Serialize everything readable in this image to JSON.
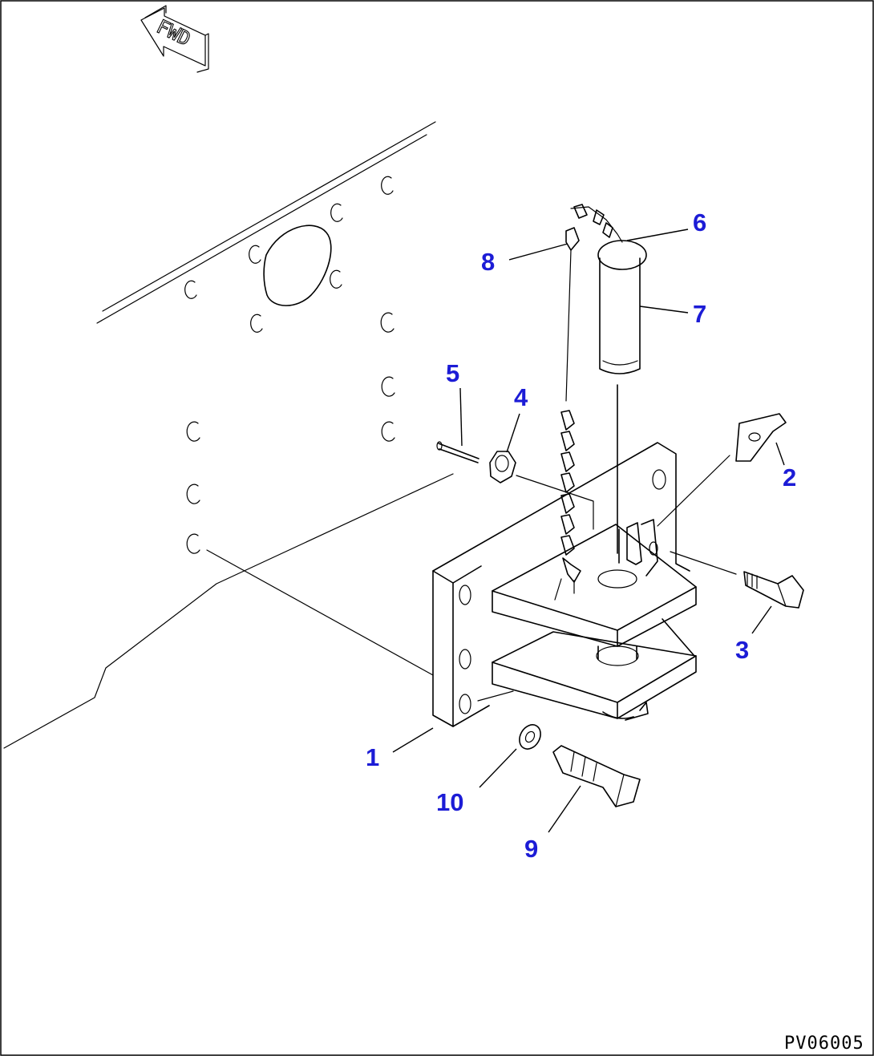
{
  "orientation_marker": {
    "text": "FWD",
    "icon": "forward-arrow-icon"
  },
  "drawing_code": "PV06005",
  "callouts": [
    {
      "number": "1",
      "part": "hitch-bracket"
    },
    {
      "number": "2",
      "part": "clip"
    },
    {
      "number": "3",
      "part": "bolt"
    },
    {
      "number": "4",
      "part": "nut"
    },
    {
      "number": "5",
      "part": "cotter-pin"
    },
    {
      "number": "6",
      "part": "pin-head"
    },
    {
      "number": "7",
      "part": "pin"
    },
    {
      "number": "8",
      "part": "chain"
    },
    {
      "number": "9",
      "part": "mounting-bolt"
    },
    {
      "number": "10",
      "part": "washer"
    }
  ],
  "colors": {
    "callout": "#1c1cd6",
    "line": "#000000",
    "background": "#ffffff"
  }
}
